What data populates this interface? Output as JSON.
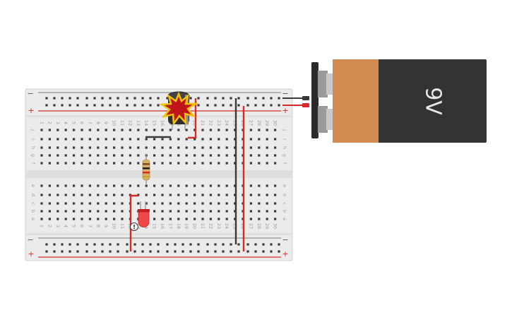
{
  "breadboard": {
    "column_count": 30,
    "row_letters_top": [
      "j",
      "i",
      "h",
      "g",
      "f"
    ],
    "row_letters_bottom": [
      "e",
      "d",
      "c",
      "b",
      "a"
    ],
    "rail_plus_label": "+",
    "rail_minus_label": "−"
  },
  "battery": {
    "label": "9V",
    "body_color": "#333333",
    "cap_color": "#d38b4f"
  },
  "components": {
    "capacitor": "electrolytic-capacitor (exploded)",
    "resistor": "resistor",
    "led": "red-led",
    "warning_badge": "!"
  },
  "colors": {
    "wire_red": "#d62a2a",
    "wire_black": "#333333",
    "hole": "#3a3a3a",
    "board": "#e9e9e9"
  }
}
